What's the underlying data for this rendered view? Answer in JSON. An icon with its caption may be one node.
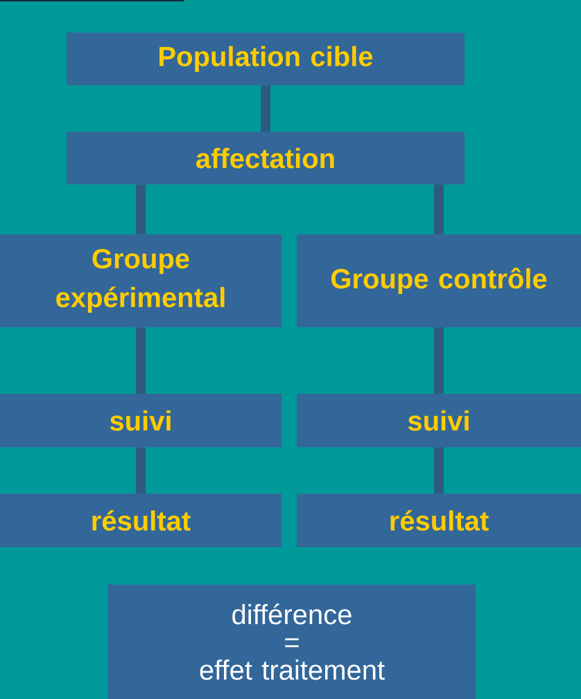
{
  "diagram": {
    "nodes": [
      {
        "text": [
          "Population cible"
        ]
      },
      {
        "text": [
          "affectation"
        ]
      },
      {
        "text": [
          "Groupe expérimental"
        ]
      },
      {
        "text": [
          "Groupe contrôle"
        ]
      },
      {
        "text": [
          "suivi"
        ]
      },
      {
        "text": [
          "suivi"
        ]
      },
      {
        "text": [
          "résultat"
        ]
      },
      {
        "text": [
          "résultat"
        ]
      },
      {
        "text": [
          "différence",
          "=",
          "effet traitement"
        ]
      }
    ],
    "edges": [
      {
        "from": 0,
        "to": 1,
        "arrow": "none"
      },
      {
        "from": 1,
        "to": 2,
        "arrow": "none"
      },
      {
        "from": 1,
        "to": 3,
        "arrow": "none"
      },
      {
        "from": 2,
        "to": 4,
        "arrow": "none"
      },
      {
        "from": 3,
        "to": 5,
        "arrow": "none"
      },
      {
        "from": 4,
        "to": 6,
        "arrow": "none"
      },
      {
        "from": 5,
        "to": 7,
        "arrow": "none"
      }
    ]
  }
}
